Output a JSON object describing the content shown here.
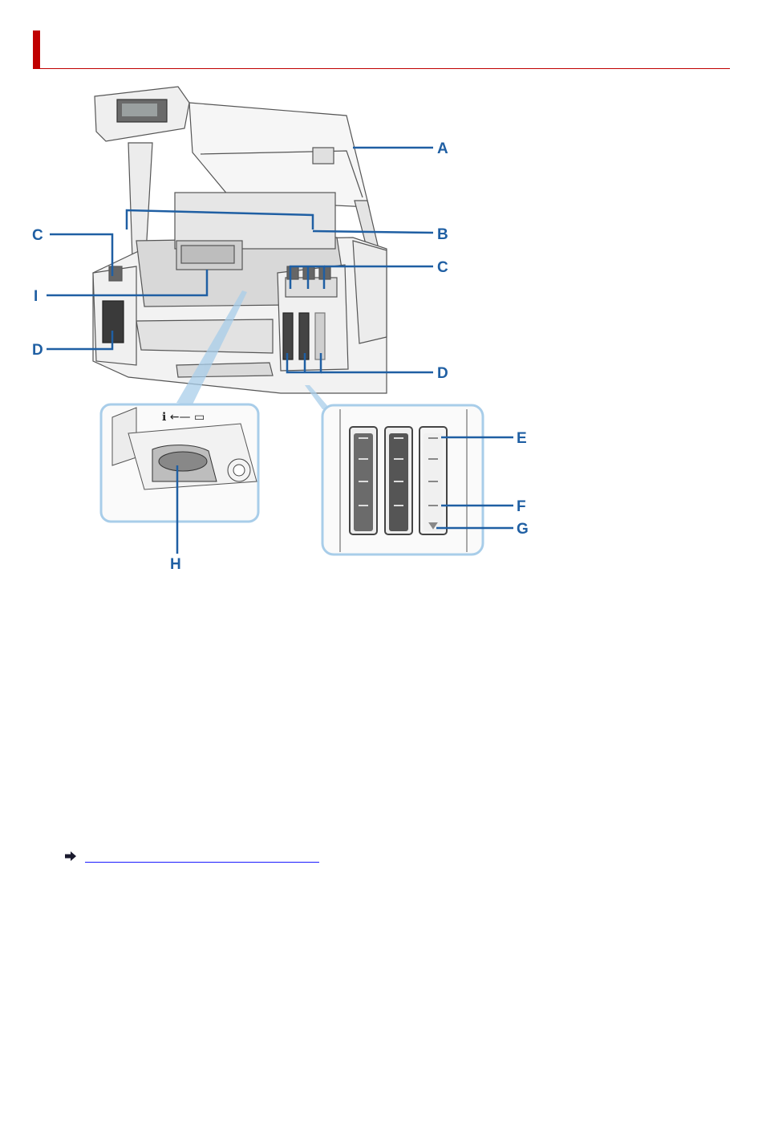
{
  "colors": {
    "accent_red": "#c00000",
    "callout_blue": "#1f5fa3",
    "zoom_border": "#a8cde9",
    "printer_gray": "#f0f0f0",
    "ink_dark": "#3a3a3a"
  },
  "header": {
    "heading": ""
  },
  "figure": {
    "callouts": {
      "a": "A",
      "b": "B",
      "c_left": "C",
      "c_right": "C",
      "i": "I",
      "d_left": "D",
      "d_right": "D",
      "e": "E",
      "f": "F",
      "g": "G",
      "h": "H"
    },
    "icons": [
      "ink-tank-icon",
      "print-head-lock-lever-icon"
    ]
  },
  "link": {
    "text": "",
    "arrow_icon": "right-arrow-icon"
  }
}
